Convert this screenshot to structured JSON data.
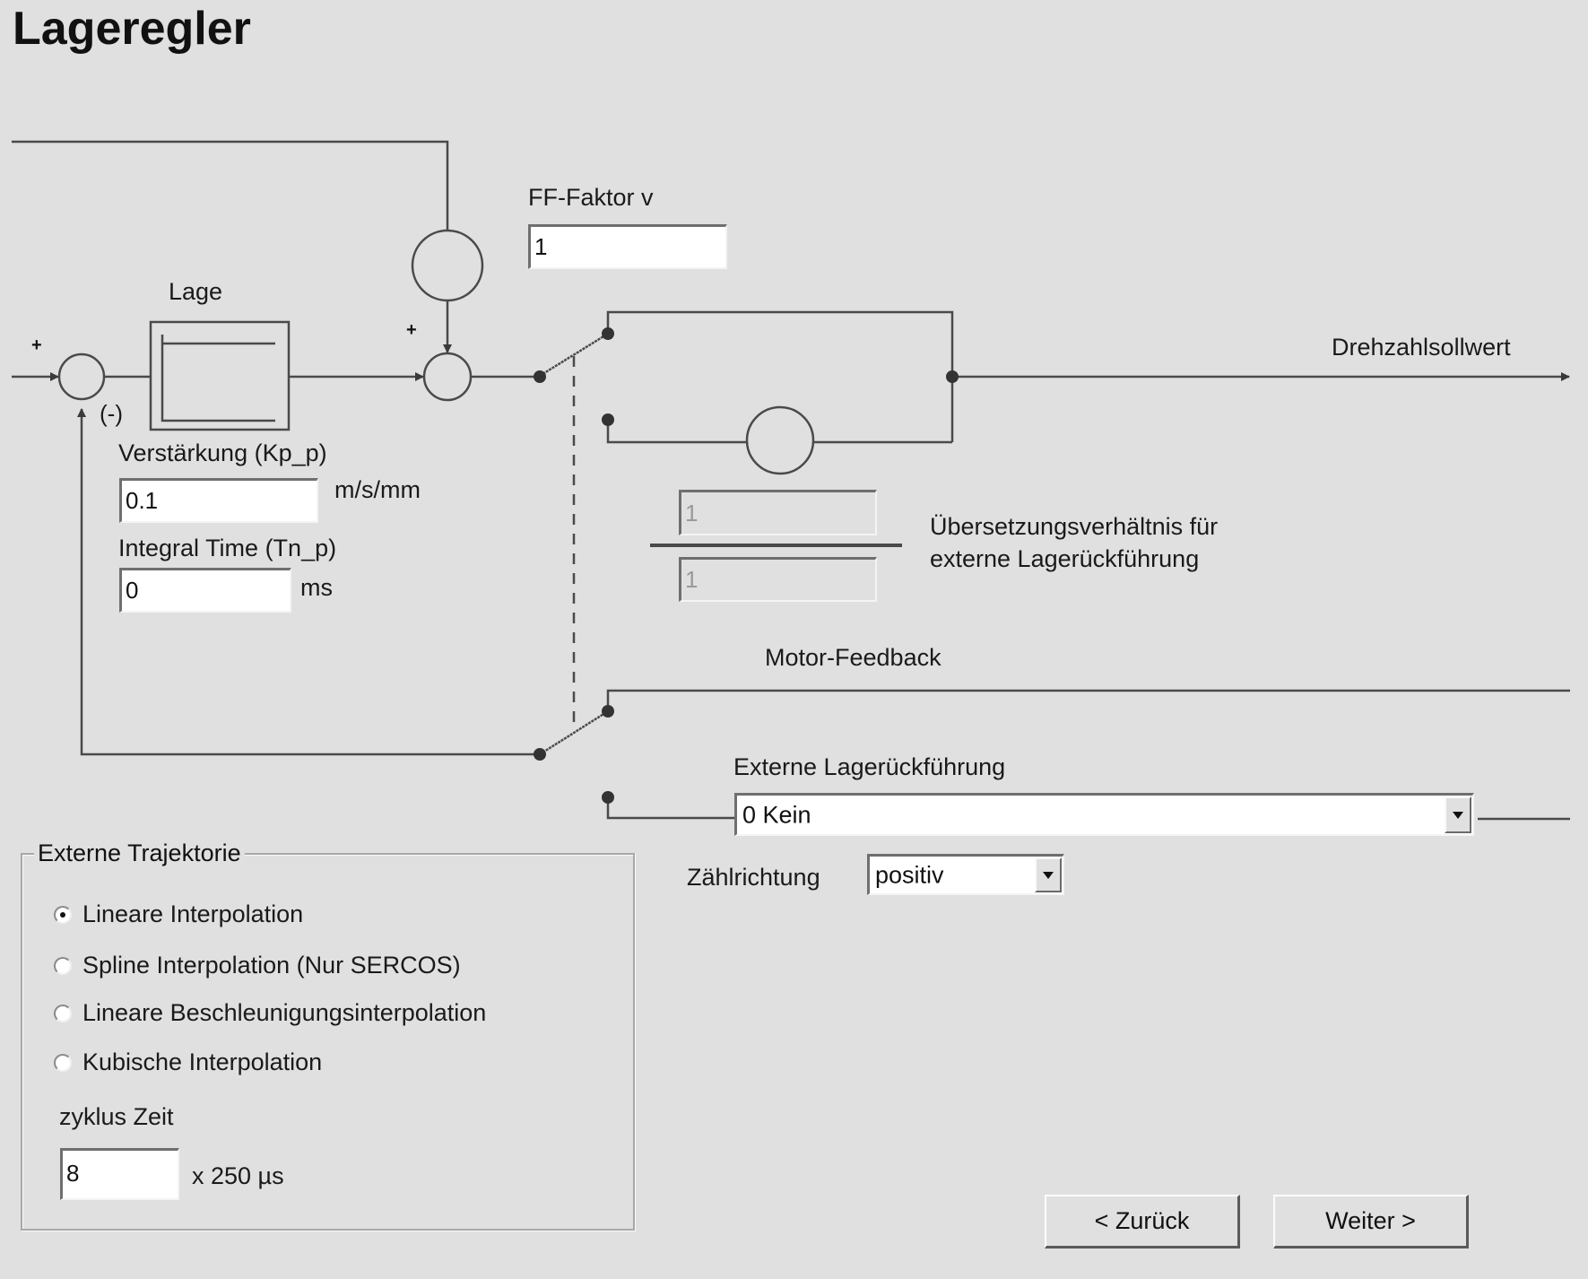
{
  "title": "Lageregler",
  "diagram": {
    "plus_sign": "+",
    "minus_sign": "(-)",
    "block_label": "Lage",
    "output_label": "Drehzahlsollwert",
    "motor_feedback_label": "Motor-Feedback",
    "ratio_label_line1": "Übersetzungsverhältnis für",
    "ratio_label_line2": "externe Lagerückführung"
  },
  "ff_factor": {
    "label": "FF-Faktor v",
    "value": "1"
  },
  "gain": {
    "label": "Verstärkung (Kp_p)",
    "value": "0.1",
    "unit": "m/s/mm"
  },
  "integral": {
    "label": "Integral Time (Tn_p)",
    "value": "0",
    "unit": "ms"
  },
  "ratio": {
    "numerator": "1",
    "denominator": "1",
    "disabled": true
  },
  "external_feedback": {
    "label": "Externe Lagerückführung",
    "selected": "0 Kein"
  },
  "count_direction": {
    "label": "Zählrichtung",
    "selected": "positiv"
  },
  "trajectory": {
    "legend": "Externe Trajektorie",
    "options": [
      {
        "label": "Lineare Interpolation",
        "checked": true
      },
      {
        "label": "Spline Interpolation (Nur SERCOS)",
        "checked": false
      },
      {
        "label": "Lineare Beschleunigungsinterpolation",
        "checked": false
      },
      {
        "label": "Kubische Interpolation",
        "checked": false
      }
    ],
    "cycle_label": "zyklus Zeit",
    "cycle_value": "8",
    "cycle_unit": "x 250 µs"
  },
  "buttons": {
    "back": "< Zurück",
    "next": "Weiter >"
  },
  "colors": {
    "background": "#e0e0e0",
    "line": "#4a4a4a",
    "field": "#ffffff"
  }
}
